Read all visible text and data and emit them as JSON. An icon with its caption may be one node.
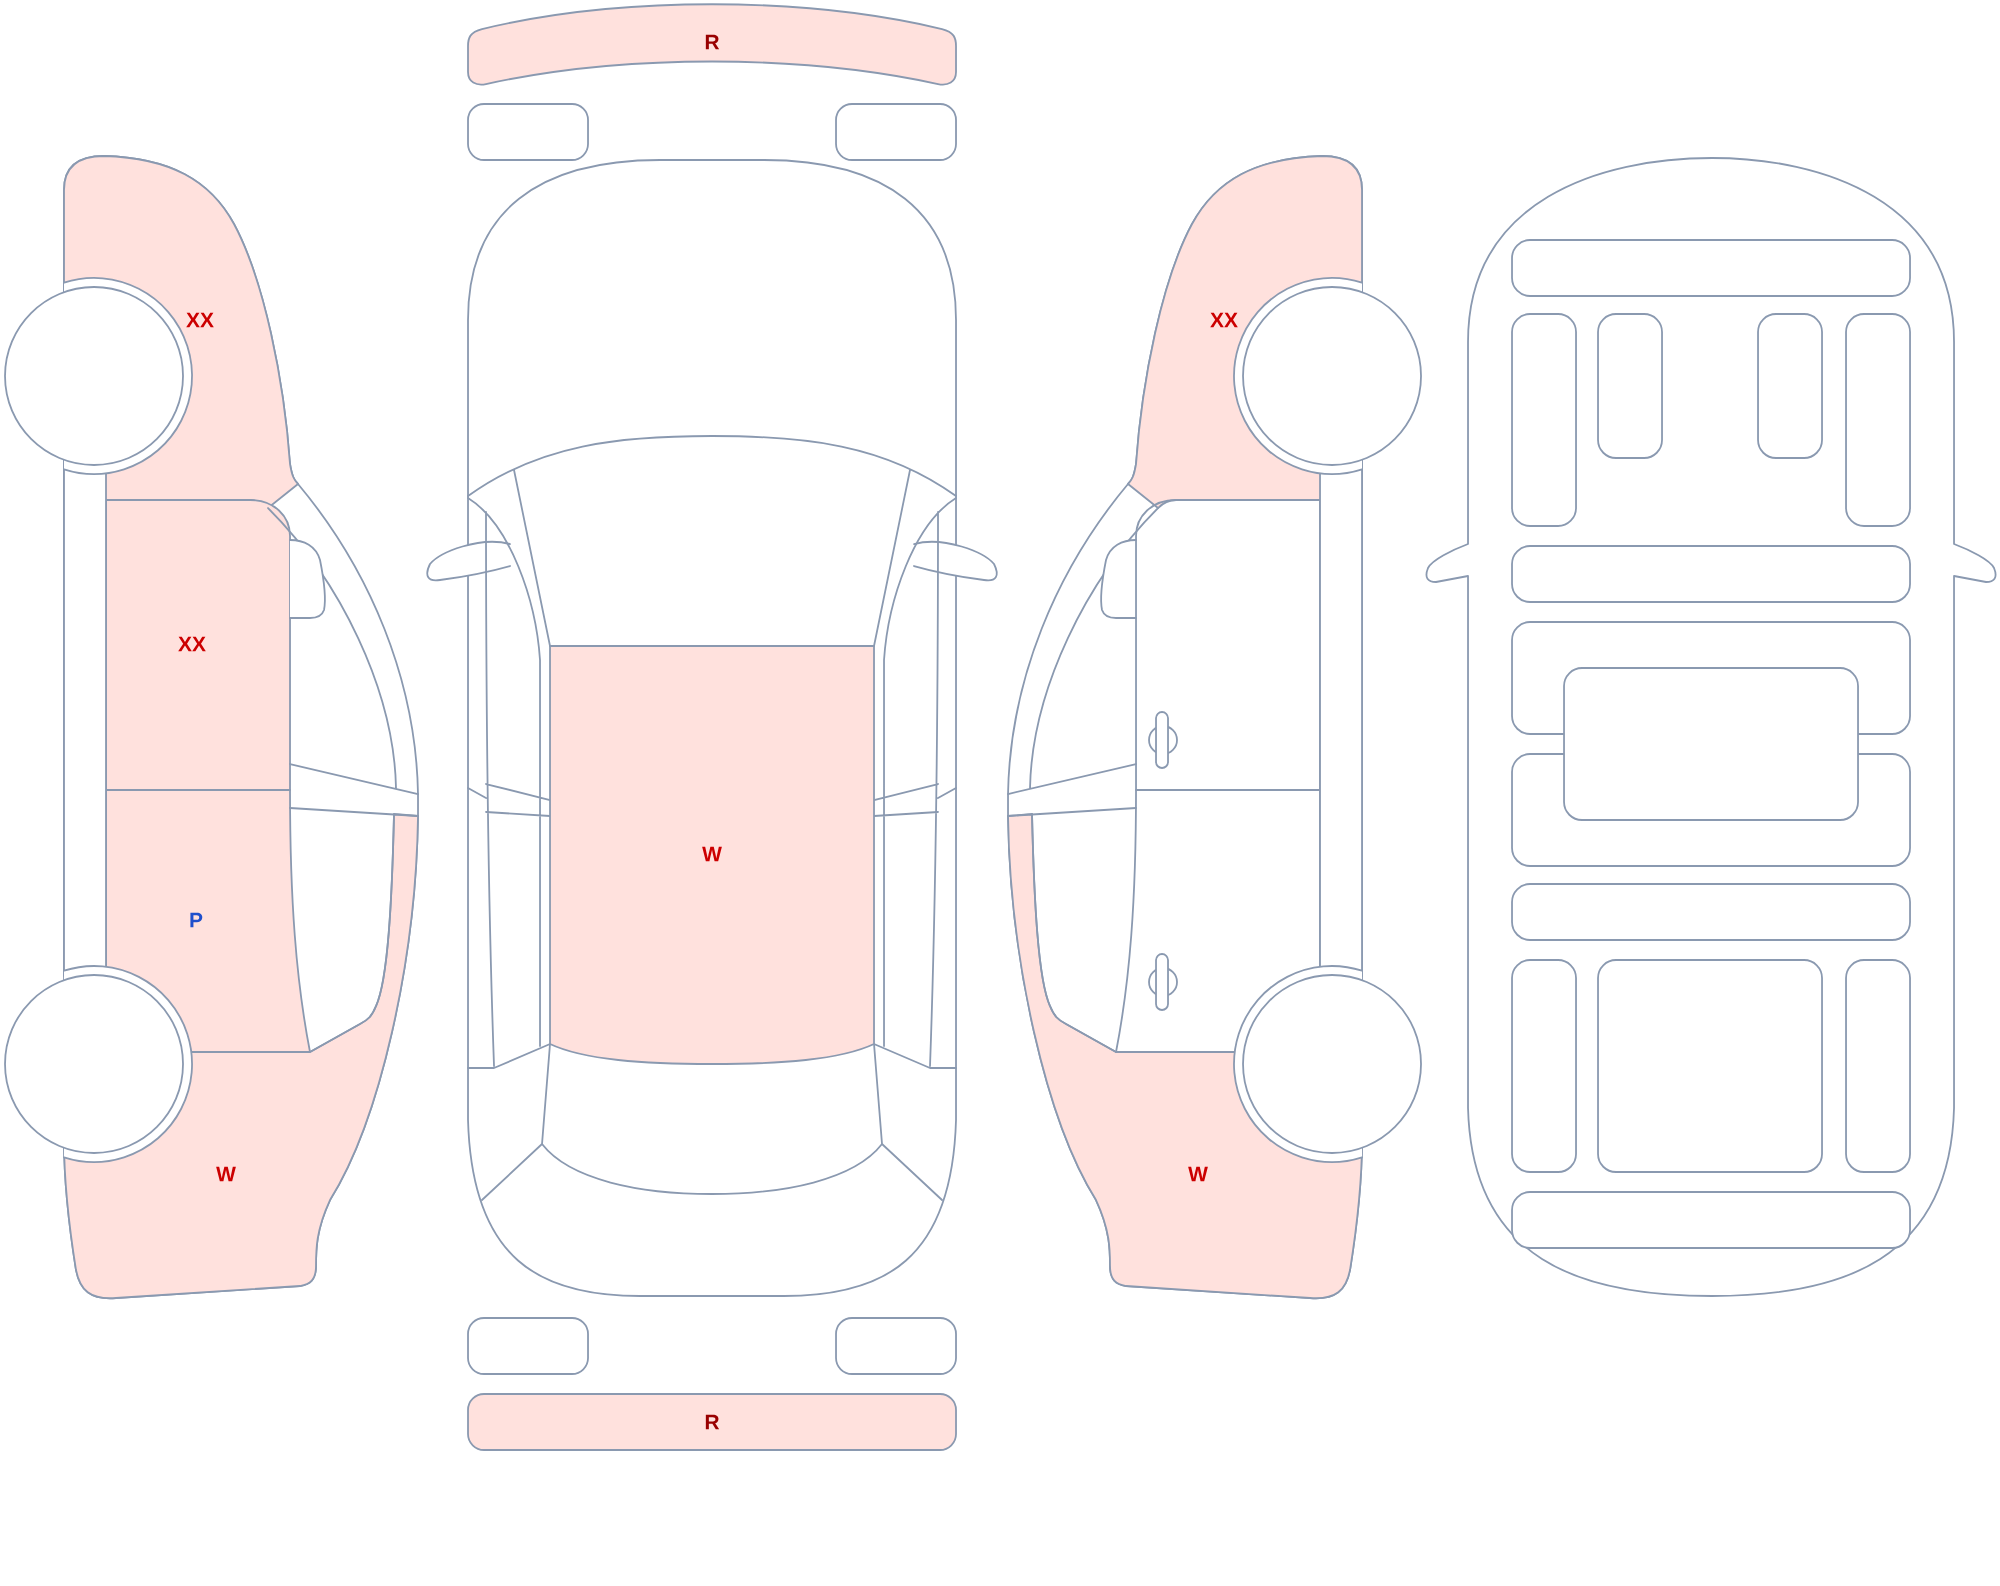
{
  "diagram": {
    "nodes": [
      {
        "text": [
          "R"
        ]
      },
      {
        "text": [
          "XX"
        ]
      },
      {
        "text": [
          "XX"
        ]
      },
      {
        "text": [
          "XX"
        ]
      },
      {
        "text": [
          "W"
        ]
      },
      {
        "text": [
          "P"
        ]
      },
      {
        "text": [
          "W"
        ]
      },
      {
        "text": [
          "W"
        ]
      },
      {
        "text": [
          "R"
        ]
      }
    ]
  }
}
